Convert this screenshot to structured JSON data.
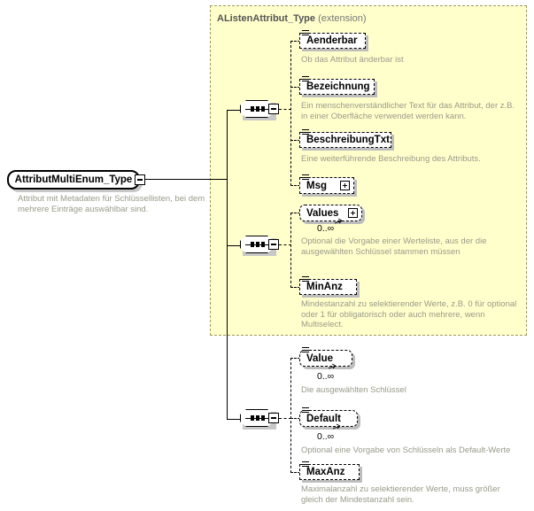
{
  "diagram": {
    "kind": "xsd-schema-diagram",
    "root_type": {
      "name": "AttributMultiEnum_Type",
      "documentation": "Attribut mit Metadaten für Schlüssellisten, bei dem mehrere Einträge auswählbar sind.",
      "toggle": "minus"
    },
    "extension_panel": {
      "base_type": "AListenAttribut_Type",
      "qualifier": "(extension)"
    },
    "groups": [
      {
        "id": "group-extension-attributes",
        "connector": "sequence",
        "toggle": "minus",
        "members": [
          {
            "name": "Aenderbar",
            "node": "attribute",
            "style": "dashed",
            "expandable": false,
            "repeatable": false,
            "cardinality": "",
            "documentation": "Ob das Attribut änderbar ist"
          },
          {
            "name": "Bezeichnung",
            "node": "attribute",
            "style": "dashed",
            "expandable": false,
            "repeatable": false,
            "cardinality": "",
            "documentation": "Ein menschenverständlicher Text für das Attribut, der z.B. in einer Oberfläche verwendet werden kann."
          },
          {
            "name": "BeschreibungTxt",
            "node": "attribute",
            "style": "dashed",
            "expandable": false,
            "repeatable": false,
            "cardinality": "",
            "documentation": "Eine weiterführende Beschreibung des Attributs."
          },
          {
            "name": "Msg",
            "node": "element",
            "style": "dashed",
            "expandable": true,
            "repeatable": false,
            "cardinality": "",
            "documentation": ""
          }
        ]
      },
      {
        "id": "group-extension-elements",
        "connector": "sequence",
        "toggle": "minus",
        "members": [
          {
            "name": "Values",
            "node": "element",
            "style": "dashed",
            "expandable": true,
            "repeatable": true,
            "cardinality": "0..∞",
            "documentation": "Optional die Vorgabe einer Werteliste, aus der die ausgewählten Schlüssel stammen müssen"
          },
          {
            "name": "MinAnz",
            "node": "attribute",
            "style": "dashed",
            "expandable": false,
            "repeatable": false,
            "cardinality": "",
            "documentation": "Mindestanzahl zu selektierender Werte, z.B. 0 für optional oder 1 für obligatorisch oder auch mehrere, wenn Multiselect."
          }
        ]
      },
      {
        "id": "group-own-elements",
        "connector": "sequence",
        "toggle": "minus",
        "members": [
          {
            "name": "Value",
            "node": "element",
            "style": "dashed",
            "expandable": false,
            "repeatable": true,
            "cardinality": "0..∞",
            "documentation": "Die ausgewählten Schlüssel"
          },
          {
            "name": "Default",
            "node": "element",
            "style": "dashed",
            "expandable": false,
            "repeatable": true,
            "cardinality": "0..∞",
            "documentation": "Optional eine Vorgabe von Schlüsseln als Default-Werte"
          },
          {
            "name": "MaxAnz",
            "node": "attribute",
            "style": "dashed",
            "expandable": false,
            "repeatable": false,
            "cardinality": "",
            "documentation": "Maximalanzahl zu selektierender Werte, muss größer gleich der Mindestanzahl sein."
          }
        ]
      }
    ],
    "colors": {
      "panel_background": "#ffffcc",
      "panel_border": "#999966",
      "documentation_text": "#9a9a8a",
      "panel_title_text": "#666666",
      "node_border": "#000000",
      "node_shadow": "#bdbdbd",
      "canvas_background": "#ffffff"
    }
  }
}
